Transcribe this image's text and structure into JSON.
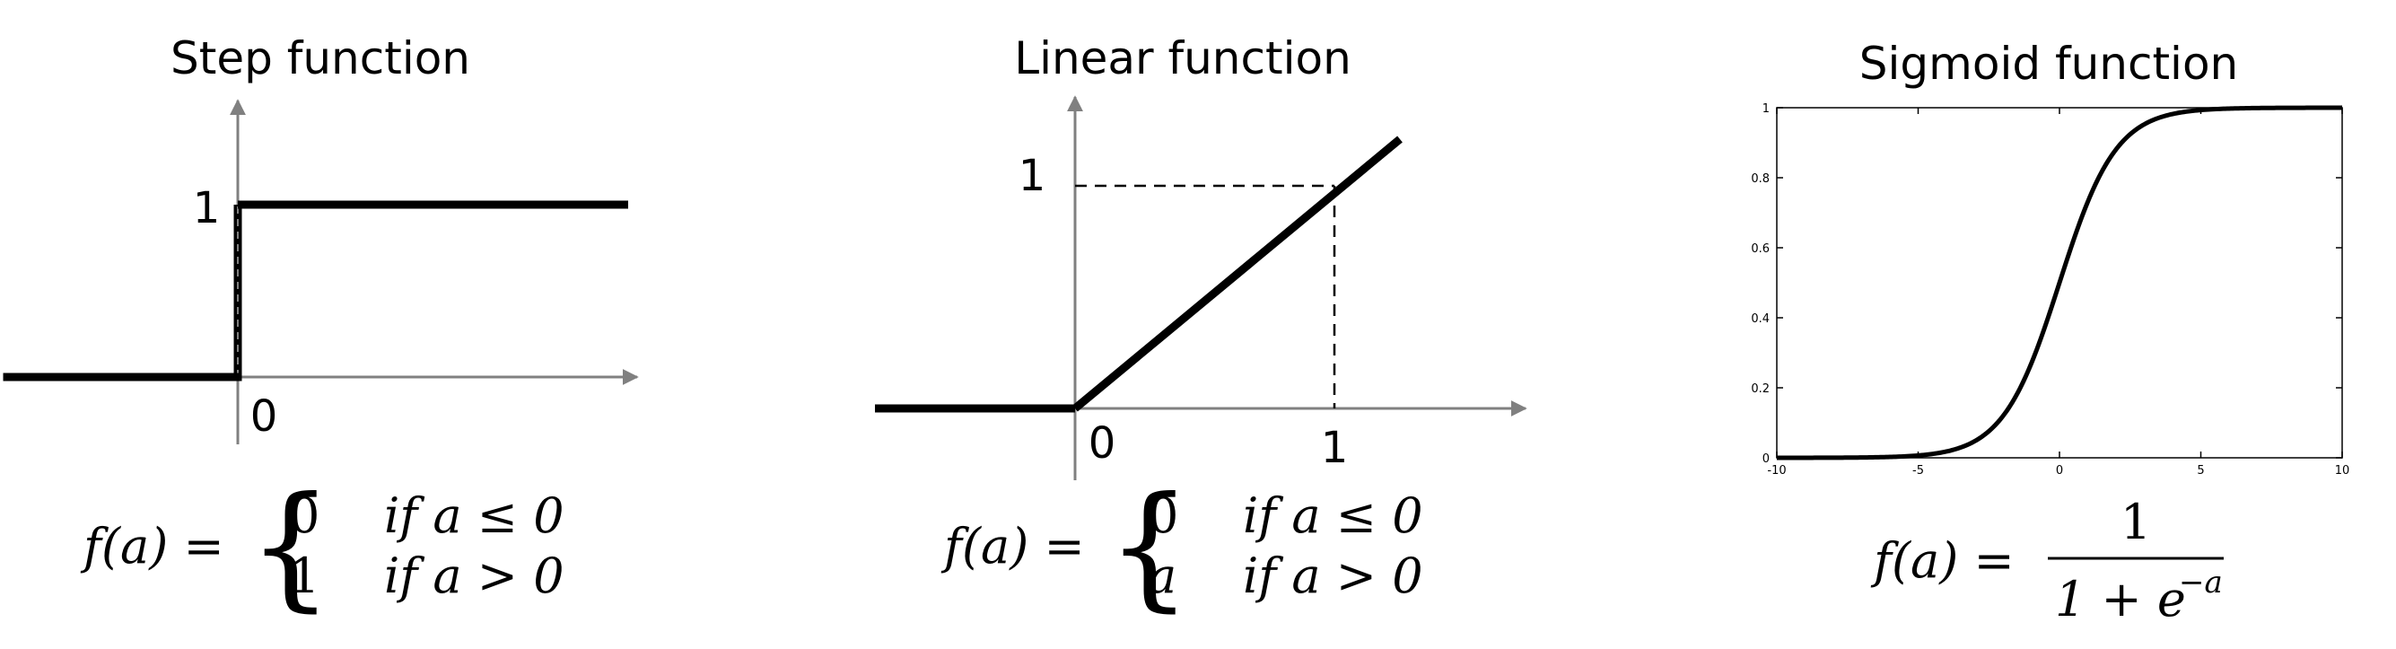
{
  "panels": {
    "step": {
      "title": "Step function",
      "labels": {
        "one": "1",
        "zero": "0"
      },
      "formula": {
        "lhs": "f(a) =",
        "case1_value": "0",
        "case1_cond": "if a ≤ 0",
        "case2_value": "1",
        "case2_cond": "if a > 0"
      }
    },
    "linear": {
      "title": "Linear function",
      "labels": {
        "one_y": "1",
        "zero": "0",
        "one_x": "1"
      },
      "formula": {
        "lhs": "f(a) =",
        "case1_value": "0",
        "case1_cond": "if a ≤ 0",
        "case2_value": "a",
        "case2_cond": "if a > 0"
      }
    },
    "sigmoid": {
      "title": "Sigmoid function",
      "x_ticks": [
        "-10",
        "-5",
        "0",
        "5",
        "10"
      ],
      "y_ticks": [
        "0",
        "0.2",
        "0.4",
        "0.6",
        "0.8",
        "1"
      ],
      "formula": {
        "lhs": "f(a) =",
        "numerator": "1",
        "denominator": "1 + e",
        "exponent": "−a"
      }
    }
  },
  "colors": {
    "curve": "#000000",
    "axis": "#808080"
  },
  "chart_data": {
    "type": "line",
    "title": "Sigmoid function",
    "xlim": [
      -10,
      10
    ],
    "ylim": [
      0,
      1
    ],
    "x_ticks": [
      -10,
      -5,
      0,
      5,
      10
    ],
    "y_ticks": [
      0,
      0.2,
      0.4,
      0.6,
      0.8,
      1
    ],
    "grid": false,
    "series": [
      {
        "x": [
          -10,
          -8,
          -6,
          -5,
          -4,
          -3,
          -2,
          -1,
          0,
          1,
          2,
          3,
          4,
          5,
          6,
          8,
          10
        ],
        "values": [
          0.0,
          0.0003,
          0.0025,
          0.0067,
          0.018,
          0.0474,
          0.1192,
          0.2689,
          0.5,
          0.7311,
          0.8808,
          0.9526,
          0.982,
          0.9933,
          0.9975,
          0.9997,
          1.0
        ]
      }
    ]
  }
}
